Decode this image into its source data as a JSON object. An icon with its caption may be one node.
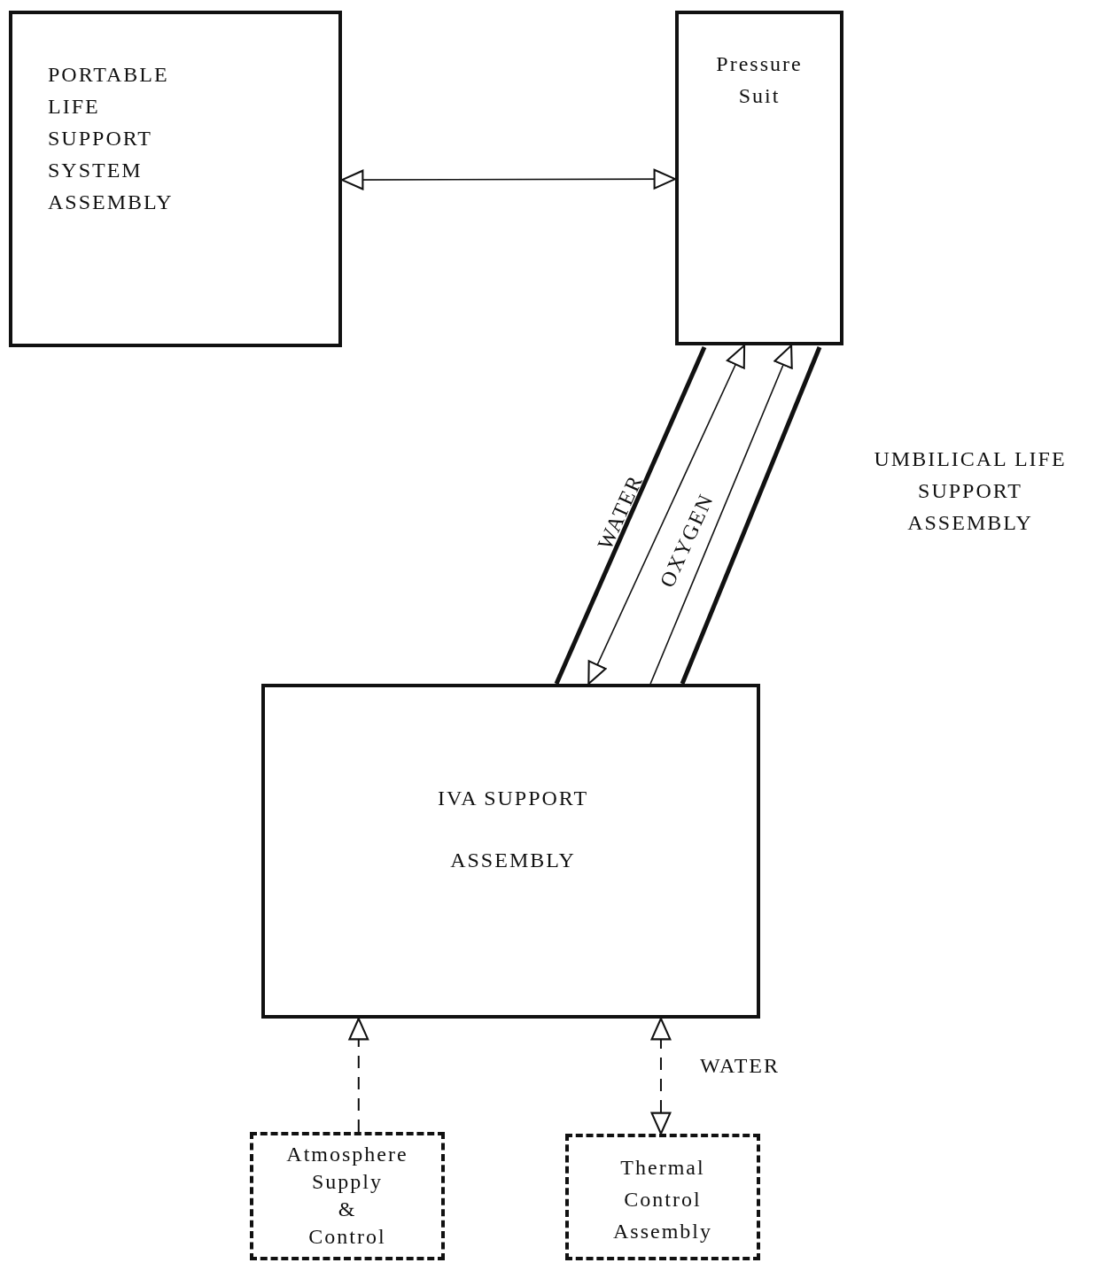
{
  "diagram": {
    "nodes": [
      {
        "text": [
          "PORTABLE LIFE SUPPORT SYSTEM ASSEMBLY"
        ]
      },
      {
        "text": [
          "Pressure Suit"
        ]
      },
      {
        "text": [
          "IVA SUPPORT ASSEMBLY"
        ]
      },
      {
        "text": [
          "Atmosphere Supply & Control"
        ]
      },
      {
        "text": [
          "Thermal Control Assembly"
        ]
      }
    ],
    "edges": [
      {
        "from": 0,
        "to": 1,
        "arrow": "both"
      },
      {
        "from": 2,
        "to": 1,
        "arrow": "both",
        "label": "WATER"
      },
      {
        "from": 2,
        "to": 1,
        "arrow": "to",
        "label": "OXYGEN"
      },
      {
        "from": 3,
        "to": 2,
        "arrow": "to",
        "style": "dashed"
      },
      {
        "from": 4,
        "to": 2,
        "arrow": "both",
        "style": "dashed",
        "label": "WATER"
      }
    ],
    "labels": [
      "UMBILICAL LIFE SUPPORT ASSEMBLY"
    ]
  }
}
